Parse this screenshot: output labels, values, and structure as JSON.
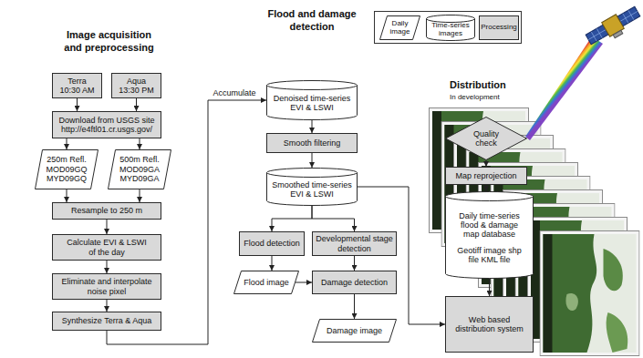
{
  "diagram": {
    "nodes": [
      {
        "text": [
          "Terra 10:30 AM"
        ]
      },
      {
        "text": [
          "Aqua 13:30 PM"
        ]
      },
      {
        "text": [
          "Download from USGS site http://e4ftl01.cr.usgs.gov/"
        ]
      },
      {
        "text": [
          "250m Refl. MOD09GQ MYD09GQ"
        ]
      },
      {
        "text": [
          "500m Refl. MOD09GA MYD09GA"
        ]
      },
      {
        "text": [
          "Resample to 250 m"
        ]
      },
      {
        "text": [
          "Calculate EVI & LSWI of the day"
        ]
      },
      {
        "text": [
          "Eliminate and interpolate noise pixel"
        ]
      },
      {
        "text": [
          "Synthesize Terra & Aqua"
        ]
      },
      {
        "text": [
          "Denoised time-series EVI & LSWI"
        ]
      },
      {
        "text": [
          "Smooth filtering"
        ]
      },
      {
        "text": [
          "Smoothed time-series EVI & LSWI"
        ]
      },
      {
        "text": [
          "Flood detection"
        ]
      },
      {
        "text": [
          "Developmental stage detection"
        ]
      },
      {
        "text": [
          "Flood image"
        ]
      },
      {
        "text": [
          "Damage detection"
        ]
      },
      {
        "text": [
          "Damage image"
        ]
      },
      {
        "text": [
          "Quality check"
        ]
      },
      {
        "text": [
          "Map reprojection"
        ]
      },
      {
        "text": [
          "Daily time-series flood & damage map database",
          "Geotiff image shp file KML file"
        ]
      },
      {
        "text": [
          "Web based distribution system"
        ]
      }
    ],
    "edges": [
      {
        "from": 0,
        "to": 2,
        "arrow": "to"
      },
      {
        "from": 1,
        "to": 2,
        "arrow": "to"
      },
      {
        "from": 2,
        "to": 3,
        "arrow": "to"
      },
      {
        "from": 2,
        "to": 4,
        "arrow": "to"
      },
      {
        "from": 3,
        "to": 5,
        "arrow": "to"
      },
      {
        "from": 4,
        "to": 5,
        "arrow": "to"
      },
      {
        "from": 5,
        "to": 6,
        "arrow": "to"
      },
      {
        "from": 6,
        "to": 7,
        "arrow": "to"
      },
      {
        "from": 7,
        "to": 8,
        "arrow": "to"
      },
      {
        "from": 8,
        "to": 9,
        "label": "Accumulate",
        "arrow": "to"
      },
      {
        "from": 9,
        "to": 10,
        "arrow": "to"
      },
      {
        "from": 10,
        "to": 11,
        "arrow": "to"
      },
      {
        "from": 11,
        "to": 12,
        "arrow": "to"
      },
      {
        "from": 11,
        "to": 13,
        "arrow": "to"
      },
      {
        "from": 12,
        "to": 14,
        "arrow": "to"
      },
      {
        "from": 13,
        "to": 15,
        "arrow": "to"
      },
      {
        "from": 14,
        "to": 15,
        "arrow": "to"
      },
      {
        "from": 15,
        "to": 16,
        "arrow": "to"
      },
      {
        "from": 11,
        "to": 20,
        "arrow": "to"
      },
      {
        "from": 17,
        "to": 18,
        "arrow": "to"
      },
      {
        "from": 18,
        "to": 19,
        "arrow": "to"
      },
      {
        "from": 19,
        "to": 20,
        "arrow": "to"
      }
    ],
    "labels": [
      "Image acquisition and preprocessing",
      "Flood and damage detection",
      "Distribution",
      "In development"
    ],
    "legend": [
      {
        "text": "Daily image"
      },
      {
        "text": "Time-series images"
      },
      {
        "text": "Processing"
      }
    ]
  }
}
